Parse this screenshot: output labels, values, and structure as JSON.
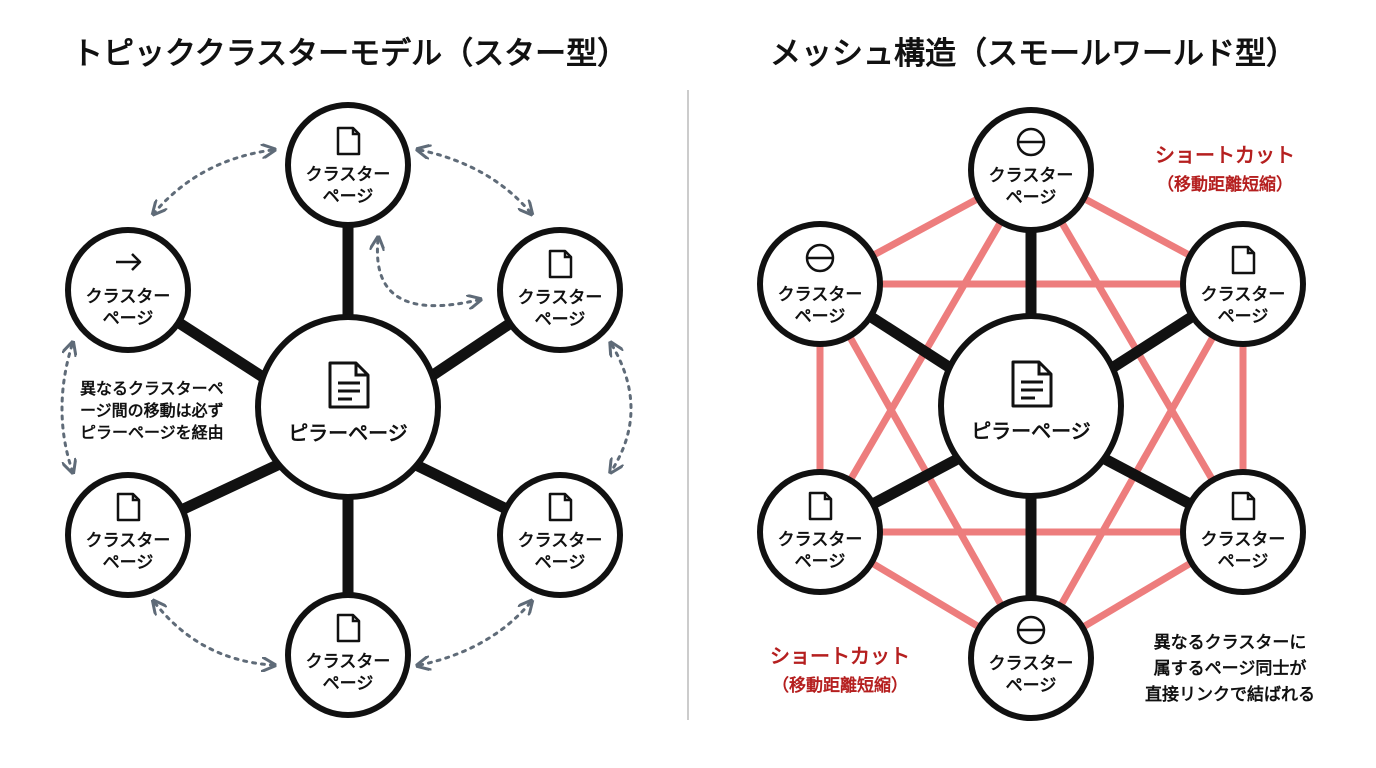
{
  "left": {
    "title": "トピッククラスターモデル（スター型）",
    "pillar_label": "ピラーページ",
    "cluster_line1": "クラスター",
    "cluster_line2": "ページ",
    "note": [
      "異なるクラスターペ",
      "ージ間の移動は必ず",
      "ピラーページを経由"
    ]
  },
  "right": {
    "title": "メッシュ構造（スモールワールド型）",
    "pillar_label": "ピラーページ",
    "cluster_line1": "クラスター",
    "cluster_line2": "ページ",
    "shortcut_label": "ショートカット",
    "shortcut_sub": "（移動距離短縮）",
    "note": [
      "異なるクラスターに",
      "属するページ同士が",
      "直接リンクで結ばれる"
    ]
  },
  "colors": {
    "stroke": "#111111",
    "dotted_arrow": "#5f6b78",
    "shortcut_line": "#ec6f6f",
    "shortcut_text": "#b51f1f",
    "divider": "#cccccc"
  },
  "icons": {
    "pillar": "document-icon",
    "cluster_left": [
      "document-icon",
      "document-icon",
      "document-icon",
      "document-icon",
      "arrow-right-icon",
      "document-icon"
    ],
    "cluster_right": [
      "minus-circle-icon",
      "document-icon",
      "document-icon",
      "minus-circle-icon",
      "document-icon",
      "minus-circle-icon"
    ]
  }
}
